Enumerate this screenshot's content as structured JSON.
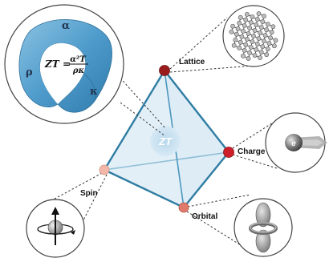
{
  "center": {
    "label": "ZT"
  },
  "formula": {
    "lhs": "ZT",
    "eq": "=",
    "numerator": "α²T",
    "denominator": "ρκ"
  },
  "band": {
    "alpha": "α",
    "rho": "ρ",
    "kappa": "κ"
  },
  "vertices": {
    "lattice": {
      "label": "Lattice",
      "color": "#9b1c1c"
    },
    "charge": {
      "label": "Charge",
      "color": "#cc1f2a"
    },
    "spin": {
      "label": "Spin",
      "color": "#f2b7a8"
    },
    "orbital": {
      "label": "Orbital",
      "color": "#e07a6c"
    }
  },
  "charge_bubble": {
    "particle": "e"
  },
  "colors": {
    "edge": "#2f7da3",
    "face": "#cfe3f0",
    "band": "#5aa6d1"
  }
}
